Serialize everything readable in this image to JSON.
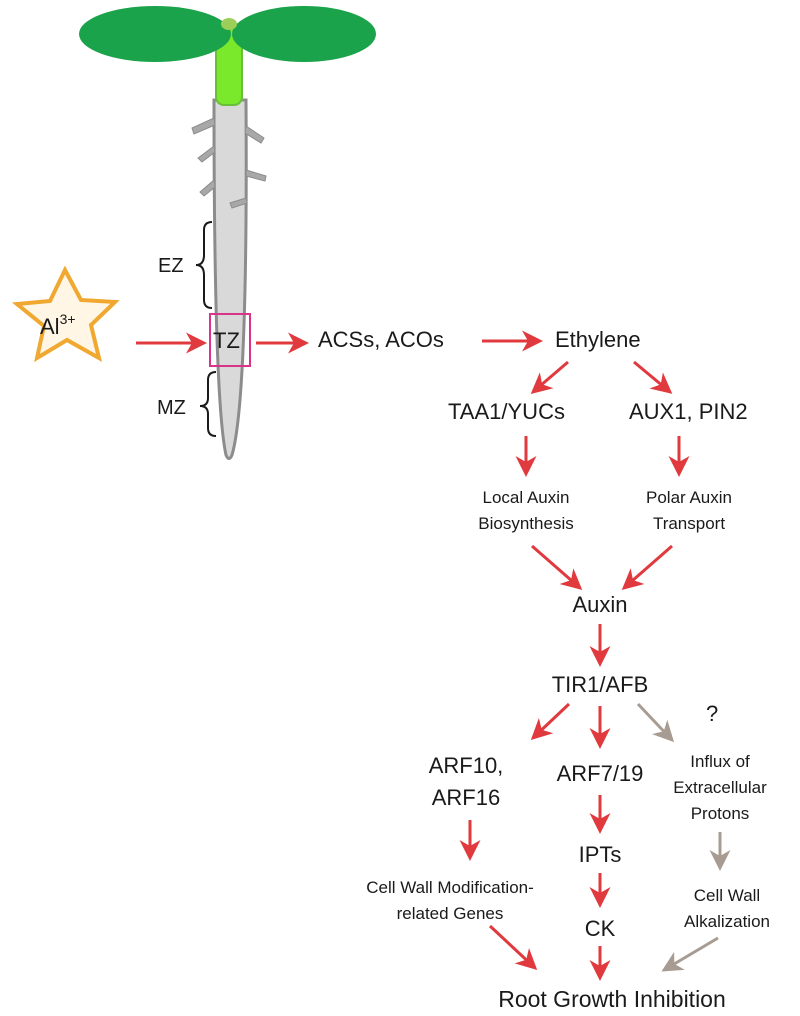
{
  "plant": {
    "zones": {
      "ez": "EZ",
      "tz": "TZ",
      "mz": "MZ"
    },
    "stimulus": {
      "base": "Al",
      "superscript": "3+"
    }
  },
  "nodes": {
    "acs_aco": "ACSs, ACOs",
    "ethylene": "Ethylene",
    "taa1_yucs": "TAA1/YUCs",
    "aux1_pin2": "AUX1, PIN2",
    "local_auxin_line1": "Local Auxin",
    "local_auxin_line2": "Biosynthesis",
    "polar_auxin_line1": "Polar Auxin",
    "polar_auxin_line2": "Transport",
    "auxin": "Auxin",
    "tir1_afb": "TIR1/AFB",
    "question": "?",
    "arf10_line1": "ARF10,",
    "arf10_line2": "ARF16",
    "arf7_19": "ARF7/19",
    "influx_line1": "Influx of",
    "influx_line2": "Extracellular",
    "influx_line3": "Protons",
    "ipts": "IPTs",
    "ck": "CK",
    "cellwall_mod_line1": "Cell Wall Modification-",
    "cellwall_mod_line2": "related Genes",
    "alkal_line1": "Cell Wall",
    "alkal_line2": "Alkalization",
    "outcome": "Root Growth Inhibition"
  },
  "colors": {
    "activation_arrow": "#e0393e",
    "hypothetical_arrow": "#a89c92",
    "cotyledon": "#1aa34a",
    "hypocotyl": "#7ae82b",
    "root": "#d9d9d9",
    "root_outline": "#8c8c8c",
    "tz_box": "#d8358a",
    "star_fill": "#fff6e6",
    "star_outline": "#f0a830"
  }
}
